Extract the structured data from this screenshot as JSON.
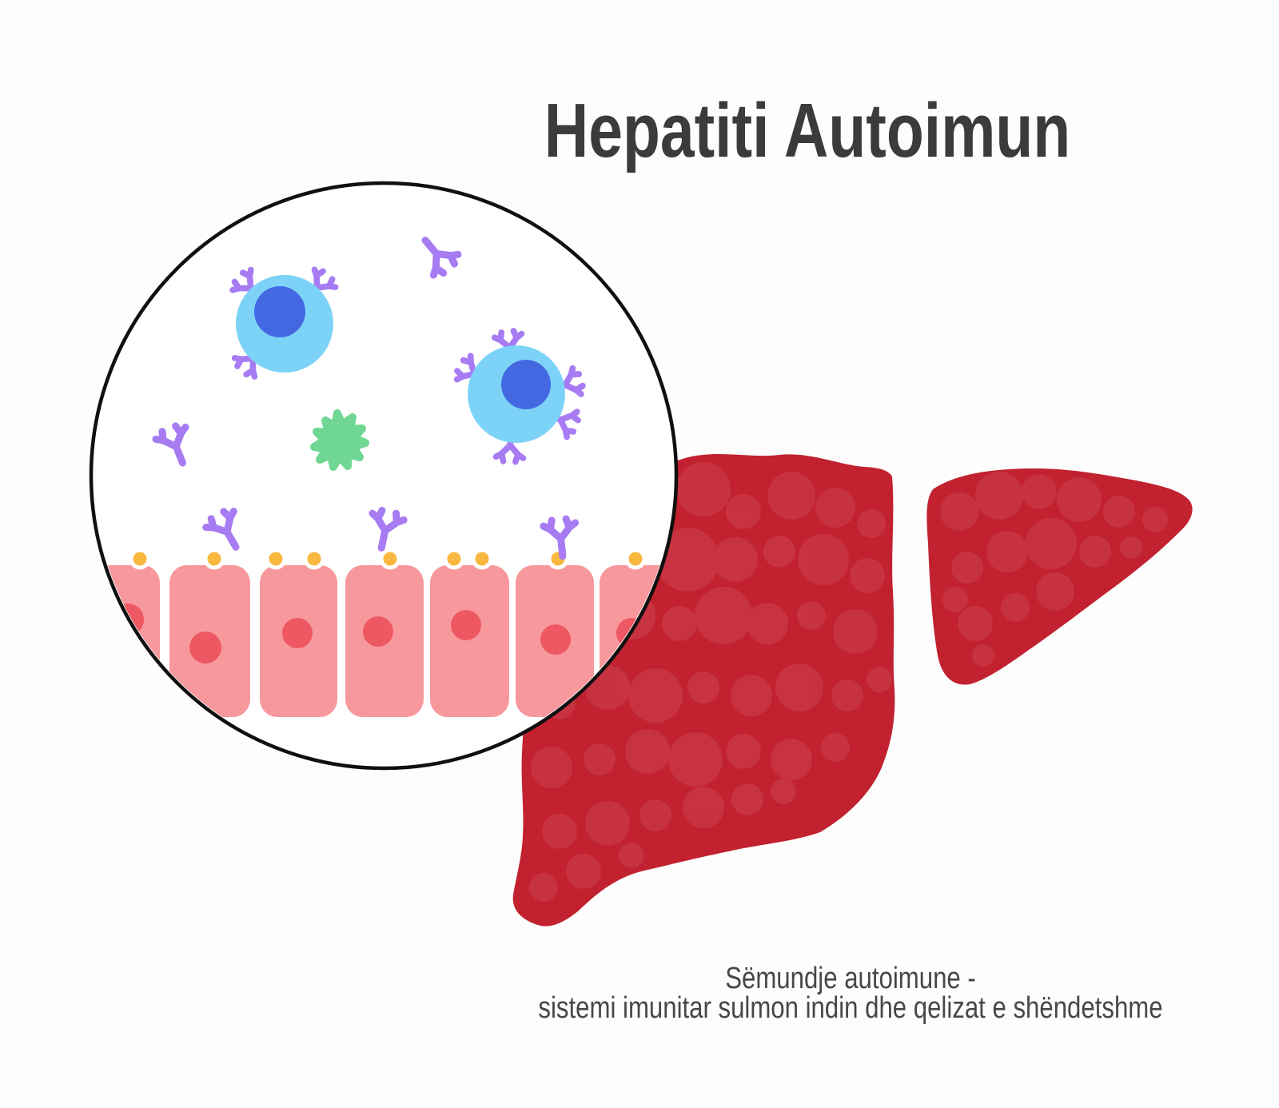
{
  "title": "Hepatiti Autoimun",
  "caption": {
    "line1": "Sëmundje autoimune -",
    "line2": "sistemi imunitar sulmon indin dhe qelizat e shëndetshme"
  },
  "colors": {
    "background": "#fdfdfd",
    "title_text": "#3b3b3d",
    "caption_text": "#474747",
    "liver": "#c2212f",
    "liver_texture": "#ffffff",
    "magnifier_fill": "#ffffff",
    "magnifier_stroke": "#101010",
    "hepatocyte": "#f7989d",
    "hepatocyte_nucleus": "#ed5862",
    "receptor_dot": "#f9b840",
    "antibody": "#a77cf3",
    "lymphocyte": "#7dd3f7",
    "lymphocyte_nucleus": "#4468e1",
    "antigen": "#70d693"
  }
}
